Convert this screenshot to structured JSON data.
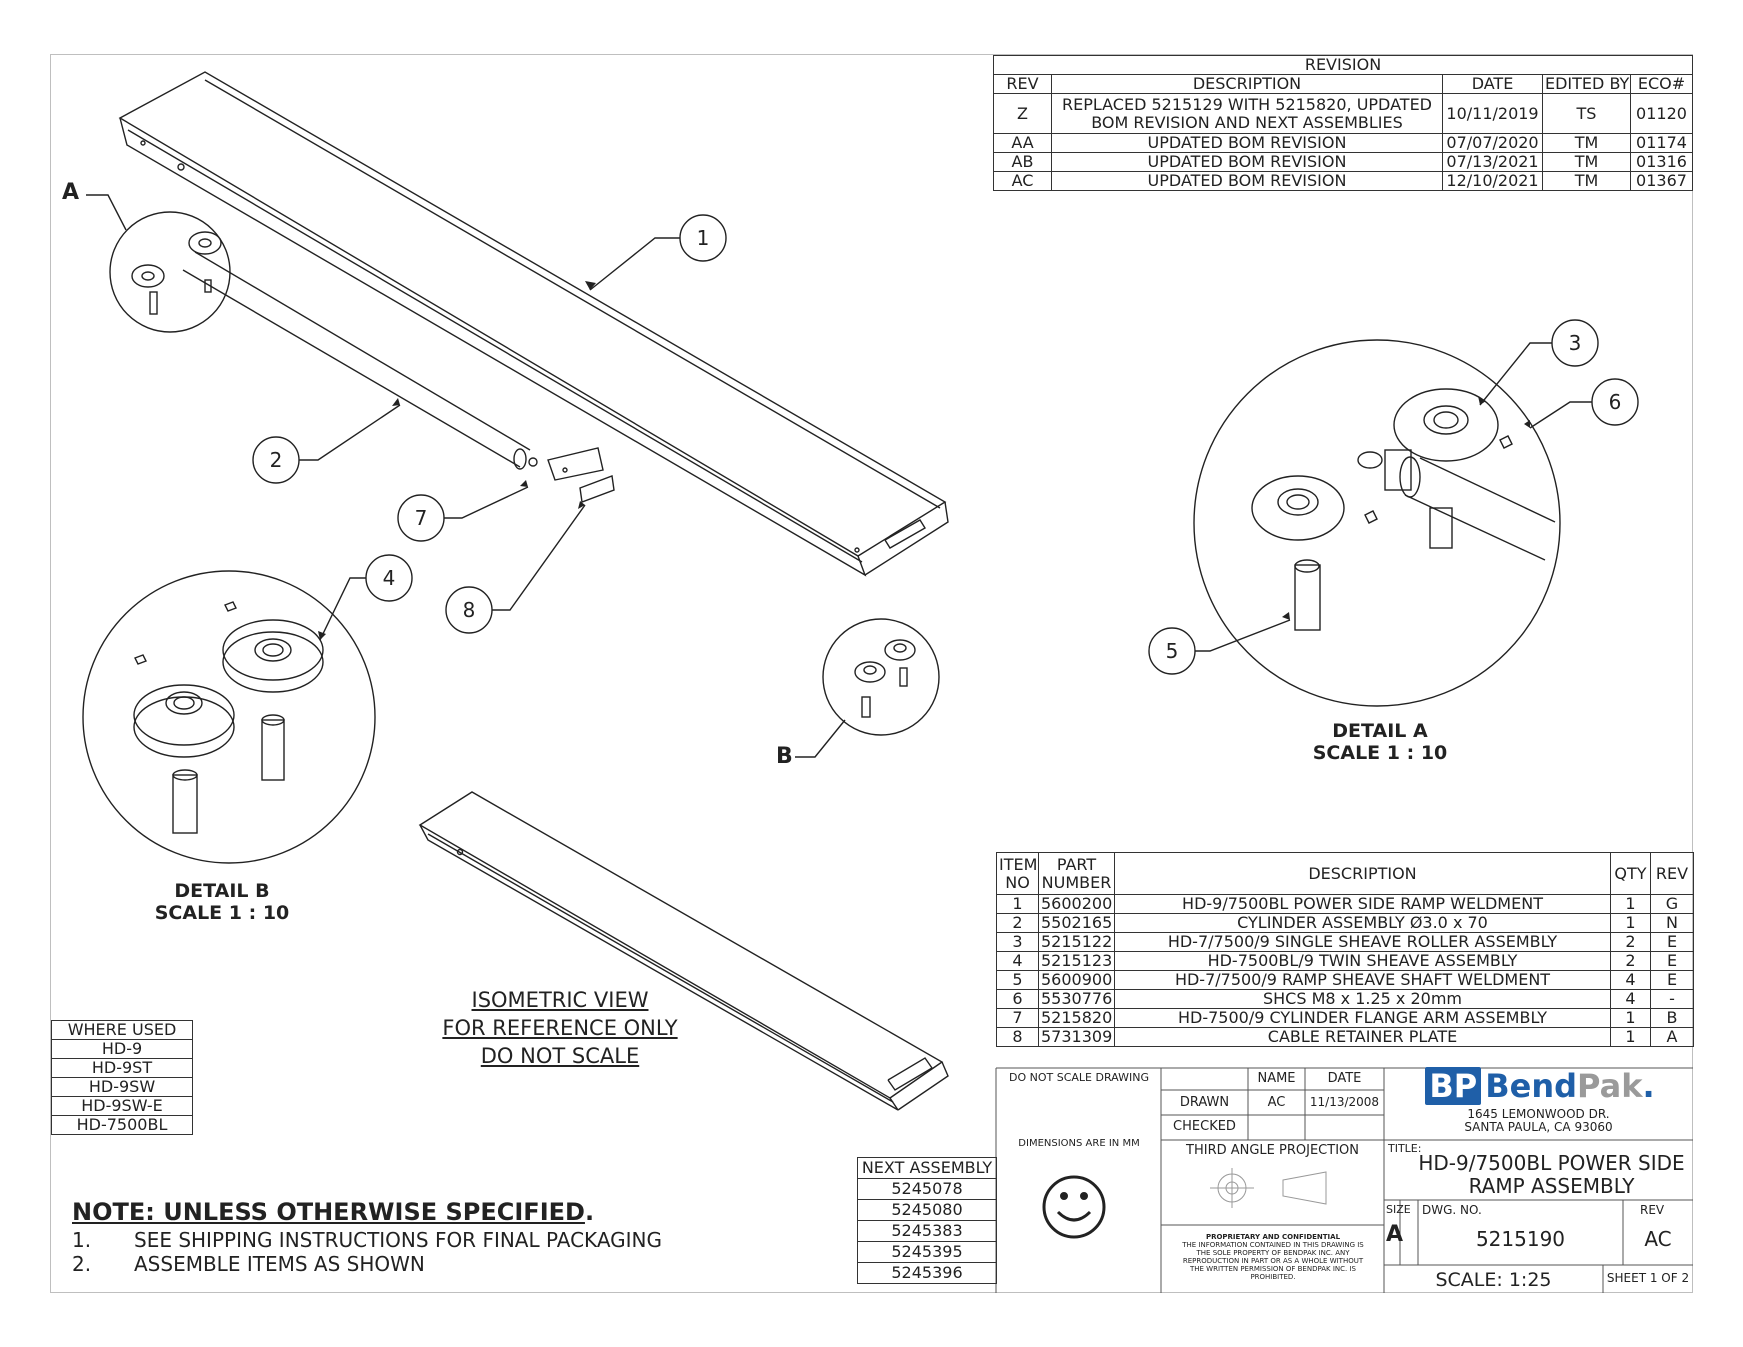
{
  "revision": {
    "title": "REVISION",
    "headers": [
      "REV",
      "DESCRIPTION",
      "DATE",
      "EDITED BY",
      "ECO#"
    ],
    "rows": [
      {
        "rev": "Z",
        "desc1": "REPLACED 5215129 WITH 5215820, UPDATED",
        "desc2": "BOM REVISION AND NEXT ASSEMBLIES",
        "date": "10/11/2019",
        "by": "TS",
        "eco": "01120"
      },
      {
        "rev": "AA",
        "desc1": "UPDATED BOM REVISION",
        "date": "07/07/2020",
        "by": "TM",
        "eco": "01174"
      },
      {
        "rev": "AB",
        "desc1": "UPDATED BOM REVISION",
        "date": "07/13/2021",
        "by": "TM",
        "eco": "01316"
      },
      {
        "rev": "AC",
        "desc1": "UPDATED BOM REVISION",
        "date": "12/10/2021",
        "by": "TM",
        "eco": "01367"
      }
    ]
  },
  "bom": {
    "headers": {
      "item1": "ITEM",
      "item2": "NO",
      "part1": "PART",
      "part2": "NUMBER",
      "desc": "DESCRIPTION",
      "qty": "QTY",
      "rev": "REV"
    },
    "rows": [
      {
        "no": "1",
        "part": "5600200",
        "desc": "HD-9/7500BL POWER SIDE RAMP WELDMENT",
        "qty": "1",
        "rev": "G"
      },
      {
        "no": "2",
        "part": "5502165",
        "desc": "CYLINDER ASSEMBLY Ø3.0 x 70",
        "qty": "1",
        "rev": "N"
      },
      {
        "no": "3",
        "part": "5215122",
        "desc": "HD-7/7500/9 SINGLE SHEAVE ROLLER ASSEMBLY",
        "qty": "2",
        "rev": "E"
      },
      {
        "no": "4",
        "part": "5215123",
        "desc": "HD-7500BL/9 TWIN SHEAVE ASSEMBLY",
        "qty": "2",
        "rev": "E"
      },
      {
        "no": "5",
        "part": "5600900",
        "desc": "HD-7/7500/9 RAMP SHEAVE SHAFT WELDMENT",
        "qty": "4",
        "rev": "E"
      },
      {
        "no": "6",
        "part": "5530776",
        "desc": "SHCS M8 x 1.25 x 20mm",
        "qty": "4",
        "rev": "-"
      },
      {
        "no": "7",
        "part": "5215820",
        "desc": "HD-7500/9 CYLINDER FLANGE ARM ASSEMBLY",
        "qty": "1",
        "rev": "B"
      },
      {
        "no": "8",
        "part": "5731309",
        "desc": "CABLE RETAINER PLATE",
        "qty": "1",
        "rev": "A"
      }
    ]
  },
  "where_used": {
    "title": "WHERE USED",
    "items": [
      "HD-9",
      "HD-9ST",
      "HD-9SW",
      "HD-9SW-E",
      "HD-7500BL"
    ]
  },
  "next_assembly": {
    "title": "NEXT ASSEMBLY",
    "items": [
      "5245078",
      "5245080",
      "5245383",
      "5245395",
      "5245396"
    ]
  },
  "views": {
    "iso1": "ISOMETRIC VIEW",
    "iso2": "FOR REFERENCE ONLY",
    "iso3": "DO NOT SCALE",
    "detail_a": "DETAIL A",
    "detail_a_scale": "SCALE 1 : 10",
    "detail_b": "DETAIL B",
    "detail_b_scale": "SCALE 1 : 10",
    "marker_a": "A",
    "marker_b": "B"
  },
  "balloons": [
    "1",
    "2",
    "3",
    "4",
    "5",
    "6",
    "7",
    "8"
  ],
  "notes": {
    "heading": "NOTE: UNLESS OTHERWISE SPECIFIED",
    "period": ".",
    "items": [
      {
        "num": "1.",
        "text": "SEE SHIPPING INSTRUCTIONS FOR FINAL PACKAGING"
      },
      {
        "num": "2.",
        "text": "ASSEMBLE ITEMS AS SHOWN"
      }
    ]
  },
  "title_block": {
    "do_not_scale": "DO NOT SCALE DRAWING",
    "name_h": "NAME",
    "date_h": "DATE",
    "drawn_l": "DRAWN",
    "drawn_name": "AC",
    "drawn_date": "11/13/2008",
    "checked_l": "CHECKED",
    "dims": "DIMENSIONS ARE IN MM",
    "projection": "THIRD ANGLE PROJECTION",
    "prop_title": "PROPRIETARY AND CONFIDENTIAL",
    "prop_lines": [
      "THE INFORMATION CONTAINED IN THIS DRAWING IS",
      "THE SOLE PROPERTY OF BENDPAK INC. ANY",
      "REPRODUCTION IN PART OR AS A WHOLE WITHOUT",
      "THE WRITTEN PERMISSION OF BENDPAK INC. IS",
      "PROHIBITED."
    ],
    "logo_bp": "BP",
    "logo_bend": "Bend",
    "logo_pak": "Pak",
    "logo_dot": ".",
    "addr1": "1645 LEMONWOOD DR.",
    "addr2": "SANTA PAULA, CA 93060",
    "title_l": "TITLE:",
    "title1": "HD-9/7500BL POWER SIDE",
    "title2": "RAMP ASSEMBLY",
    "size_l": "SIZE",
    "size": "A",
    "dwg_l": "DWG.  NO.",
    "dwg": "5215190",
    "rev_l": "REV",
    "rev": "AC",
    "scale": "SCALE: 1:25",
    "sheet": "SHEET 1 OF 2"
  },
  "colors": {
    "logo_blue": "#1f5fa8",
    "logo_gray": "#9a9a9a",
    "line": "#222222"
  }
}
